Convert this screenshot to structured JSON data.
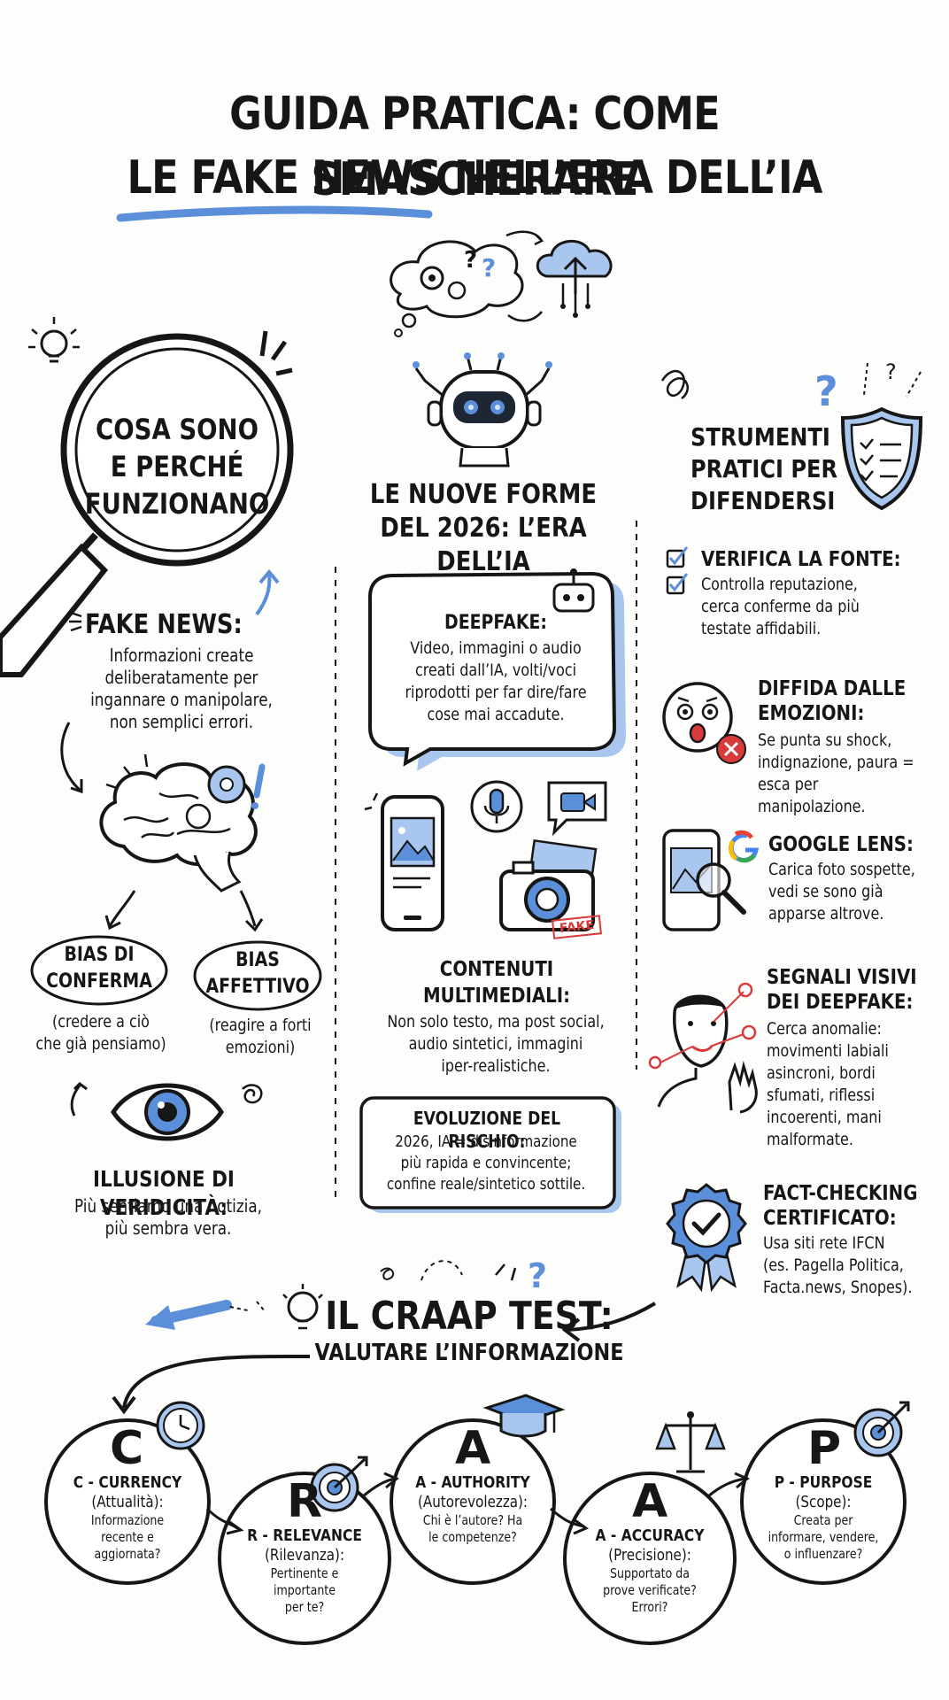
{
  "title": {
    "line1": "GUIDA PRATICA: COME SMASCHERARE",
    "line2": "LE FAKE NEWS NELL’ERA DELL’IA"
  },
  "left": {
    "magnifier_heading": [
      "COSA SONO",
      "E PERCHÉ",
      "FUNZIONANO"
    ],
    "fake_news": {
      "label": "FAKE NEWS:",
      "lines": [
        "Informazioni create",
        "deliberatamente per",
        "ingannare o manipolare,",
        "non semplici errori."
      ]
    },
    "bias_conferma": {
      "bubble": [
        "BIAS DI",
        "CONFERMA"
      ],
      "desc": [
        "(credere a ciò",
        "che già pensiamo)"
      ]
    },
    "bias_affettivo": {
      "bubble": [
        "BIAS",
        "AFFETTIVO"
      ],
      "desc": [
        "(reagire a forti",
        "emozioni)"
      ]
    },
    "illusione": {
      "label": "ILLUSIONE DI VERIDICITÀ:",
      "lines": [
        "Più sentiamo una notizia,",
        "più sembra vera."
      ]
    }
  },
  "center": {
    "heading": [
      "LE NUOVE FORME",
      "DEL 2026: L’ERA",
      "DELL’IA"
    ],
    "deepfake": {
      "label": "DEEPFAKE:",
      "lines": [
        "Video, immagini o audio",
        "creati dall’IA, volti/voci",
        "riprodotti per far dire/fare",
        "cose mai accadute."
      ]
    },
    "fake_stamp": "FAKE",
    "multimedia": {
      "label": [
        "CONTENUTI",
        "MULTIMEDIALI:"
      ],
      "lines": [
        "Non solo testo, ma post social,",
        "audio sintetici, immagini",
        "iper-realistiche."
      ]
    },
    "evoluzione": {
      "label": "EVOLUZIONE DEL RISCHIO:",
      "lines": [
        "2026, IA = disinformazione",
        "più rapida e convincente;",
        "confine reale/sintetico sottile."
      ]
    }
  },
  "right": {
    "heading": [
      "STRUMENTI",
      "PRATICI PER",
      "DIFENDERSI"
    ],
    "verifica": {
      "items": [
        "VERIFICA LA FONTE:",
        "Controlla reputazione,"
      ],
      "lines": [
        "cerca conferme da più",
        "testate affidabili."
      ]
    },
    "diffida": {
      "label": [
        "DIFFIDA DALLE",
        "EMOZIONI:"
      ],
      "lines": [
        "Se punta su shock,",
        "indignazione, paura =",
        "esca per manipolazione."
      ]
    },
    "lens": {
      "label": "GOOGLE LENS:",
      "lines": [
        "Carica foto sospette,",
        "vedi se sono già",
        "apparse altrove."
      ]
    },
    "segnali": {
      "label": [
        "SEGNALI VISIVI",
        "DEI DEEPFAKE:"
      ],
      "lines": [
        "Cerca anomalie:",
        "movimenti labiali",
        "asincroni, bordi",
        "sfumati, riflessi",
        "incoerenti, mani",
        "malformate."
      ]
    },
    "factcheck": {
      "label": [
        "FACT-CHECKING",
        "CERTIFICATO:"
      ],
      "lines": [
        "Usa siti rete IFCN",
        "(es. Pagella Politica,",
        "Facta.news, Snopes)."
      ]
    }
  },
  "craap": {
    "title": "IL CRAAP TEST:",
    "subtitle": "VALUTARE L’INFORMAZIONE",
    "items": [
      {
        "letter": "C",
        "name": "C - CURRENCY",
        "sub": "(Attualità):",
        "lines": [
          "Informazione",
          "recente e",
          "aggiornata?"
        ]
      },
      {
        "letter": "R",
        "name": "R - RELEVANCE",
        "sub": "(Rilevanza):",
        "lines": [
          "Pertinente e",
          "importante",
          "per te?"
        ]
      },
      {
        "letter": "A",
        "name": "A - AUTHORITY",
        "sub": "(Autorevolezza):",
        "lines": [
          "Chi è l’autore? Ha",
          "le competenze?"
        ]
      },
      {
        "letter": "A",
        "name": "A - ACCURACY",
        "sub": "(Precisione):",
        "lines": [
          "Supportato da",
          "prove verificate?",
          "Errori?"
        ]
      },
      {
        "letter": "P",
        "name": "P - PURPOSE",
        "sub": "(Scope):",
        "lines": [
          "Creata per",
          "informare, vendere,",
          "o influenzare?"
        ]
      }
    ]
  },
  "colors": {
    "accent": "#5b8fd9",
    "accent_light": "#a9c6ee",
    "ink": "#161616",
    "alert": "#d93a3a"
  }
}
